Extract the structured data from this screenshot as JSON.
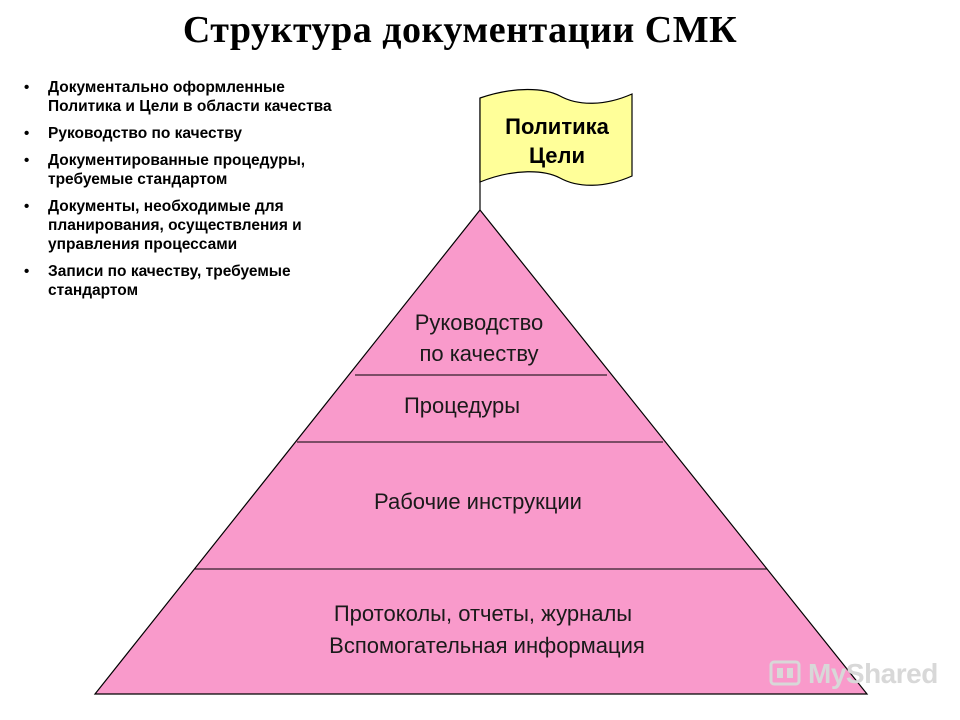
{
  "title": "Структура документации СМК",
  "bullets": [
    "Документально оформленные Политика и Цели в области качества",
    "Руководство по качеству",
    "Документированные процедуры, требуемые стандартом",
    "Документы, необходимые для планирования, осуществления и управления процессами",
    "Записи по качеству, требуемые стандартом"
  ],
  "flag": {
    "line1": "Политика",
    "line2": "Цели"
  },
  "pyramid": {
    "level1_line1": "Руководство",
    "level1_line2": "по качеству",
    "level2": "Процедуры",
    "level3": "Рабочие инструкции",
    "level4_line1": "Протоколы, отчеты,  журналы",
    "level4_line2": "Вспомогательная информация"
  },
  "watermark": {
    "text": "MyShared"
  },
  "colors": {
    "pyramid_fill": "#f99acb",
    "flag_fill": "#ffff99",
    "outline": "#000000"
  }
}
